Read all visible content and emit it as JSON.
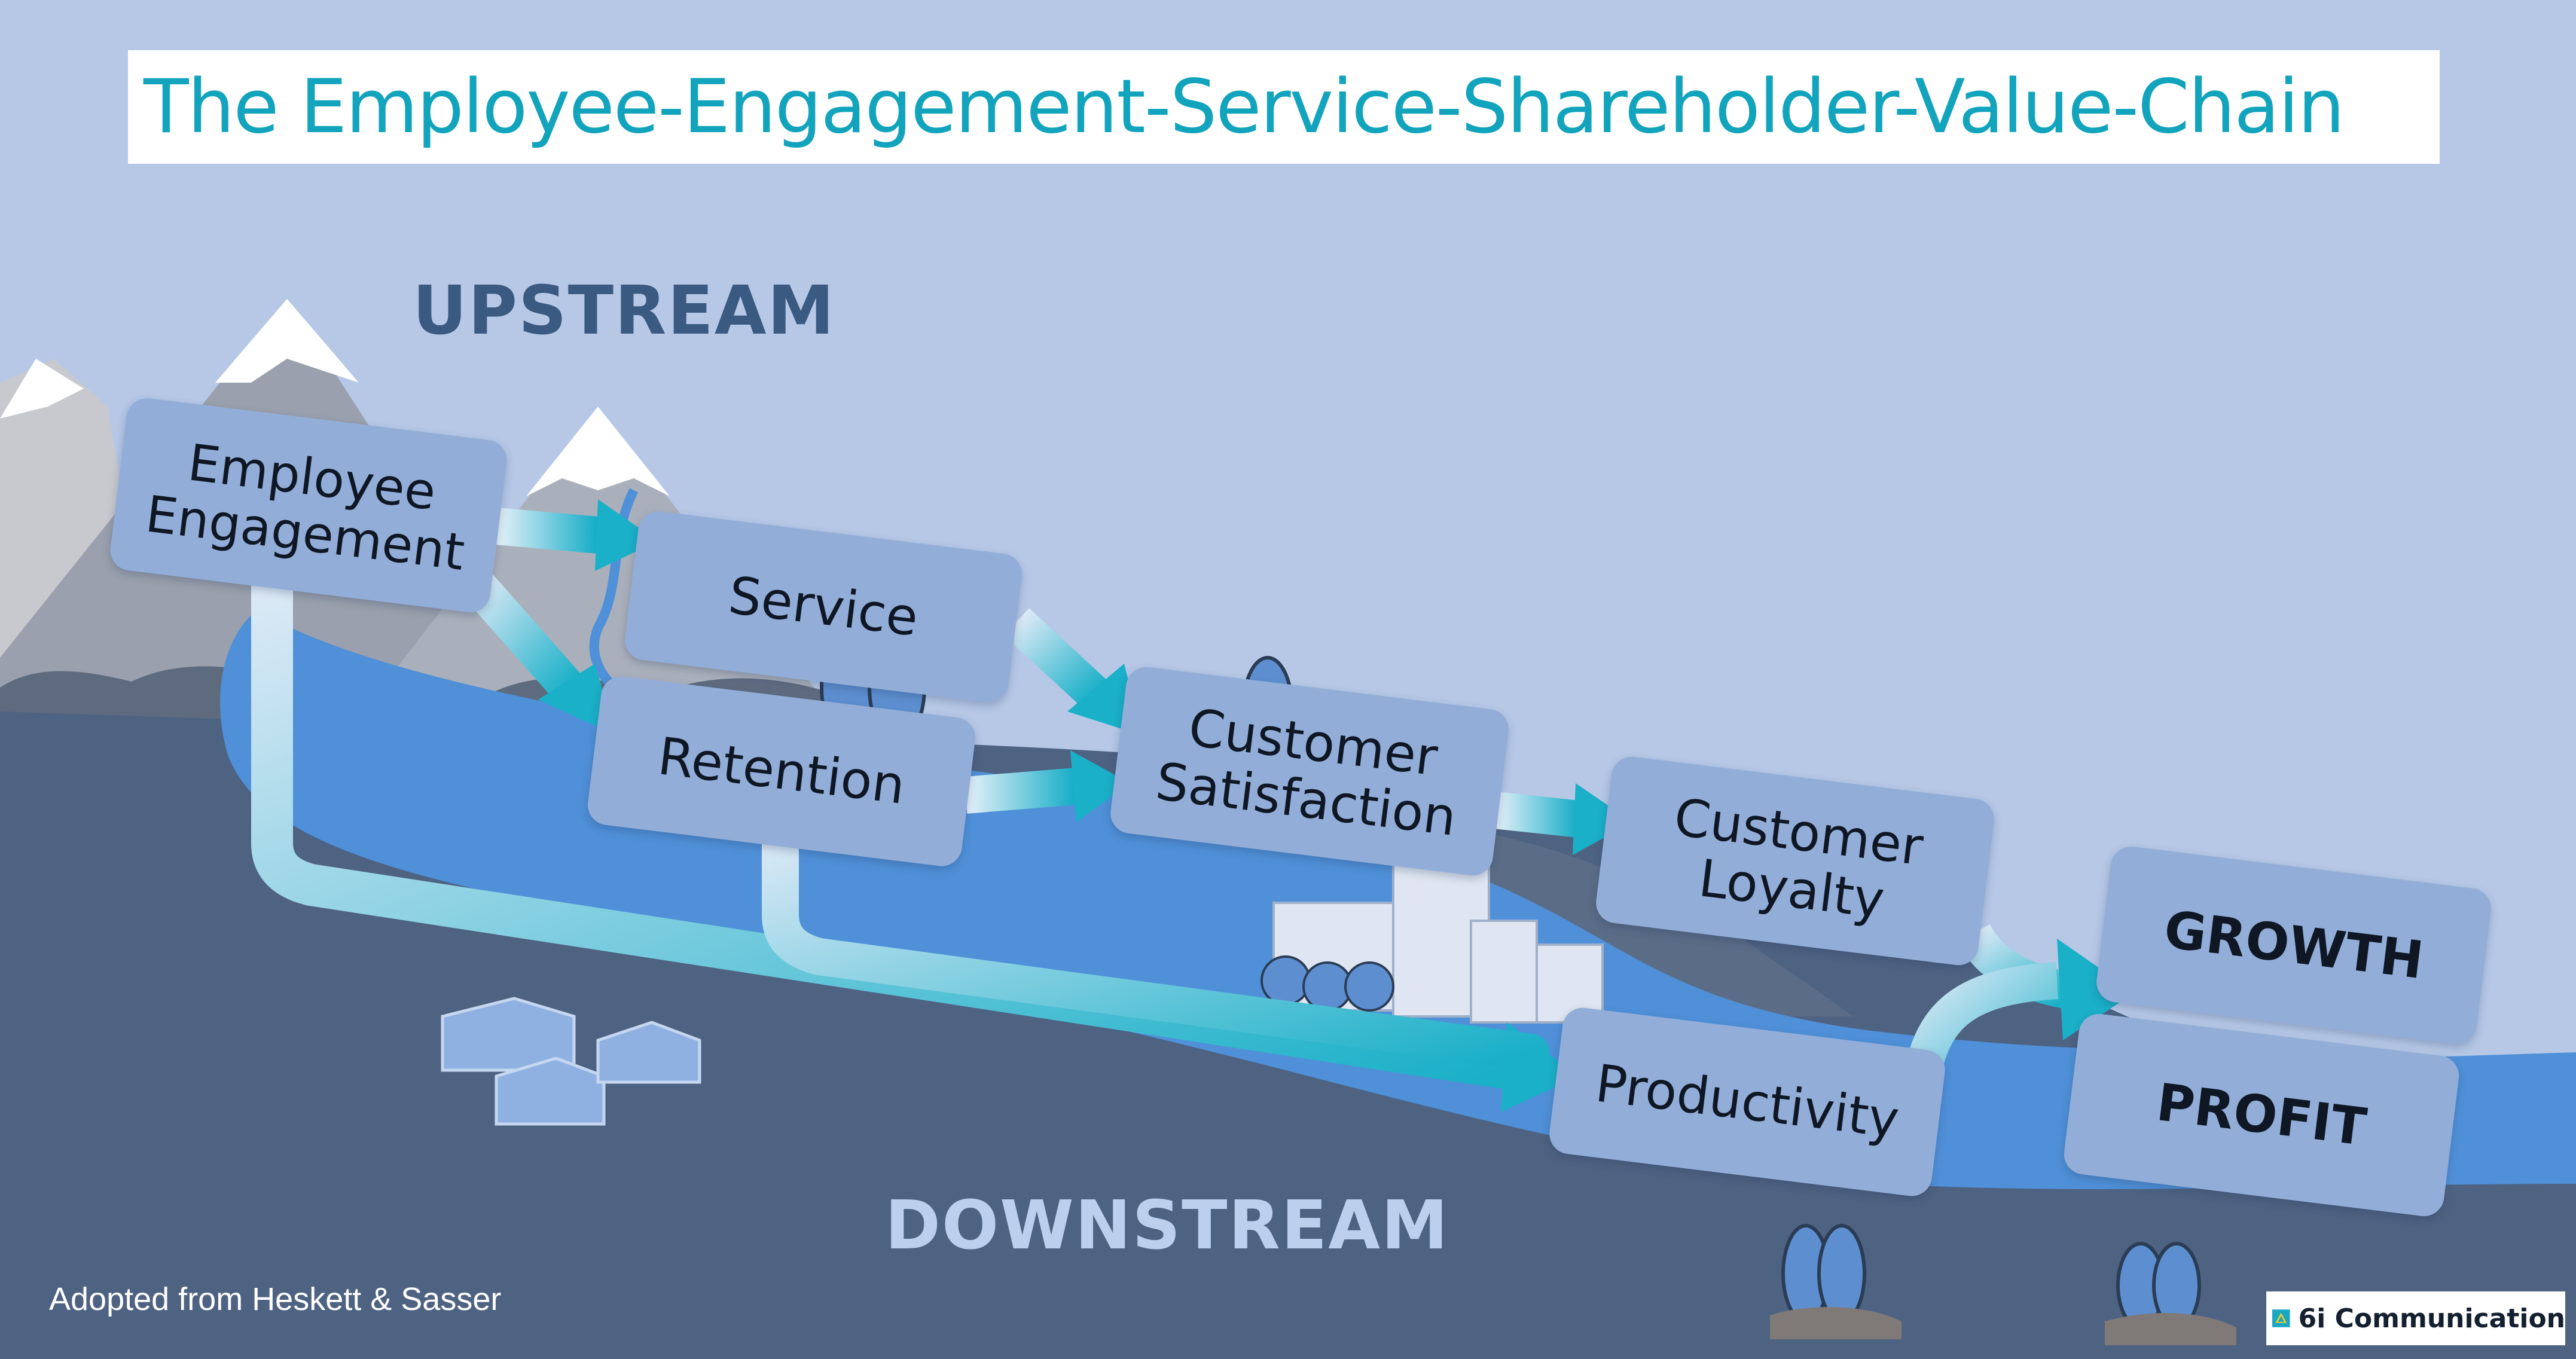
{
  "title": "The Employee-Engagement-Service-Shareholder-Value-Chain",
  "labels": {
    "upstream": "UPSTREAM",
    "downstream": "DOWNSTREAM"
  },
  "nodes": {
    "employee_engagement": "Employee\nEngagement",
    "service": "Service",
    "retention": "Retention",
    "customer_satisfaction": "Customer\nSatisfaction",
    "customer_loyalty": "Customer\nLoyalty",
    "productivity": "Productivity",
    "growth": "GROWTH",
    "profit": "PROFIT"
  },
  "edges": [
    {
      "from": "Employee Engagement",
      "to": "Service"
    },
    {
      "from": "Employee Engagement",
      "to": "Retention"
    },
    {
      "from": "Employee Engagement",
      "to": "Productivity"
    },
    {
      "from": "Service",
      "to": "Customer Satisfaction"
    },
    {
      "from": "Retention",
      "to": "Customer Satisfaction"
    },
    {
      "from": "Retention",
      "to": "Productivity"
    },
    {
      "from": "Customer Satisfaction",
      "to": "Customer Loyalty"
    },
    {
      "from": "Customer Loyalty",
      "to": "GROWTH / PROFIT"
    },
    {
      "from": "Productivity",
      "to": "GROWTH / PROFIT"
    }
  ],
  "credit": "Adopted from Heskett & Sasser",
  "brand": {
    "name": "6i Communication",
    "icon": "triangle-logo-icon"
  },
  "colors": {
    "background_sky": "#b6c8e6",
    "land": "#4e6282",
    "river": "#4f90d8",
    "title": "#12a3bd",
    "node": "#92aed8",
    "arrow": "#1bb0c8"
  }
}
